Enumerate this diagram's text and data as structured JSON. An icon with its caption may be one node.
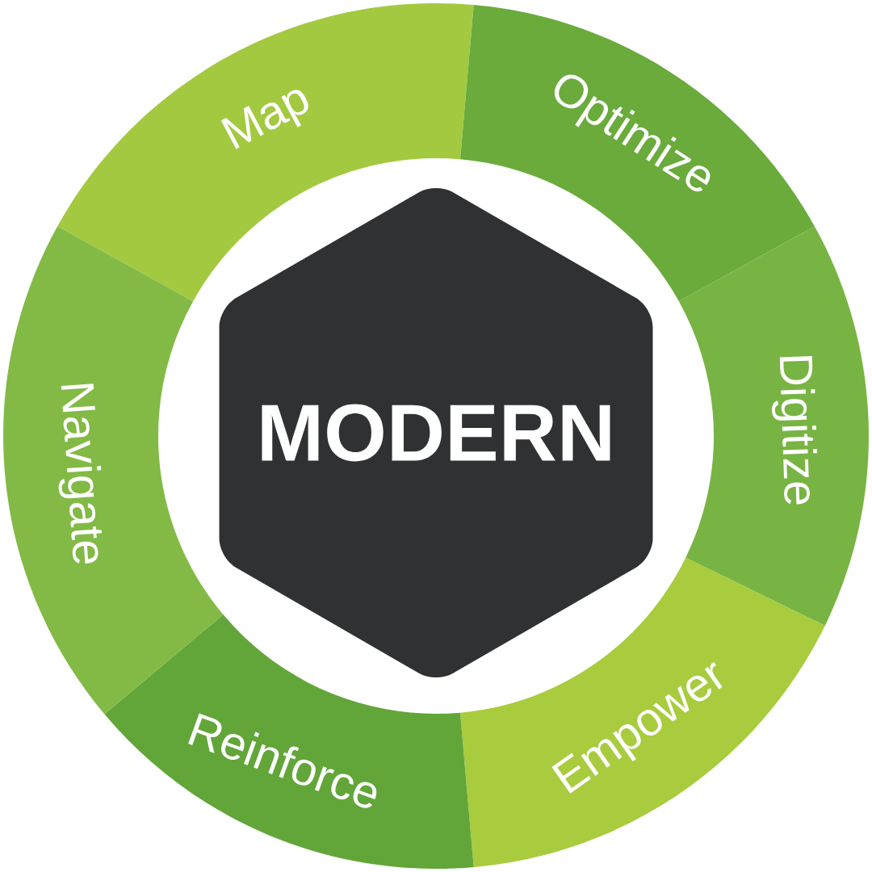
{
  "diagram": {
    "nodes": [
      {
        "text": [
          "MODERN"
        ]
      },
      {
        "text": [
          "Map"
        ]
      },
      {
        "text": [
          "Optimize"
        ]
      },
      {
        "text": [
          "Digitize"
        ]
      },
      {
        "text": [
          "Empower"
        ]
      },
      {
        "text": [
          "Reinforce"
        ]
      },
      {
        "text": [
          "Navigate"
        ]
      }
    ]
  }
}
